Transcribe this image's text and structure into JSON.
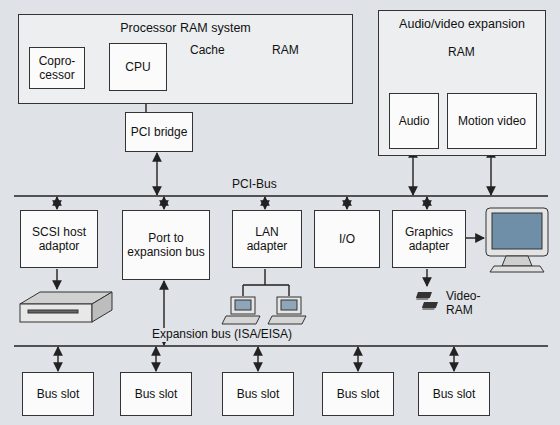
{
  "diagram": {
    "nodes": [
      {
        "text": [
          "Processor RAM system"
        ]
      },
      {
        "text": [
          "Copro- cessor"
        ],
        "in": 0
      },
      {
        "text": [
          "CPU"
        ],
        "in": 0
      },
      {
        "text": [
          "Audio/video expansion"
        ]
      },
      {
        "text": [
          "Audio"
        ],
        "in": 3
      },
      {
        "text": [
          "Motion video"
        ],
        "in": 3
      },
      {
        "text": [
          "PCI bridge"
        ]
      },
      {
        "text": [
          "SCSI host adaptor"
        ]
      },
      {
        "text": [
          "Port to expansion bus"
        ]
      },
      {
        "text": [
          "LAN adapter"
        ]
      },
      {
        "text": [
          "I/O"
        ]
      },
      {
        "text": [
          "Graphics adapter"
        ]
      },
      {
        "text": [
          "Bus slot"
        ]
      },
      {
        "text": [
          "Bus slot"
        ]
      },
      {
        "text": [
          "Bus slot"
        ]
      },
      {
        "text": [
          "Bus slot"
        ]
      },
      {
        "text": [
          "Bus slot"
        ]
      }
    ],
    "edges": [
      {
        "from": 1,
        "to": 2,
        "arrow": "none"
      },
      {
        "from": 2,
        "to": 6,
        "arrow": "none"
      }
    ],
    "labels": [
      "Cache",
      "RAM",
      "RAM",
      "PCI-Bus",
      "Video- RAM",
      "Expansion bus (ISA/EISA)"
    ]
  }
}
